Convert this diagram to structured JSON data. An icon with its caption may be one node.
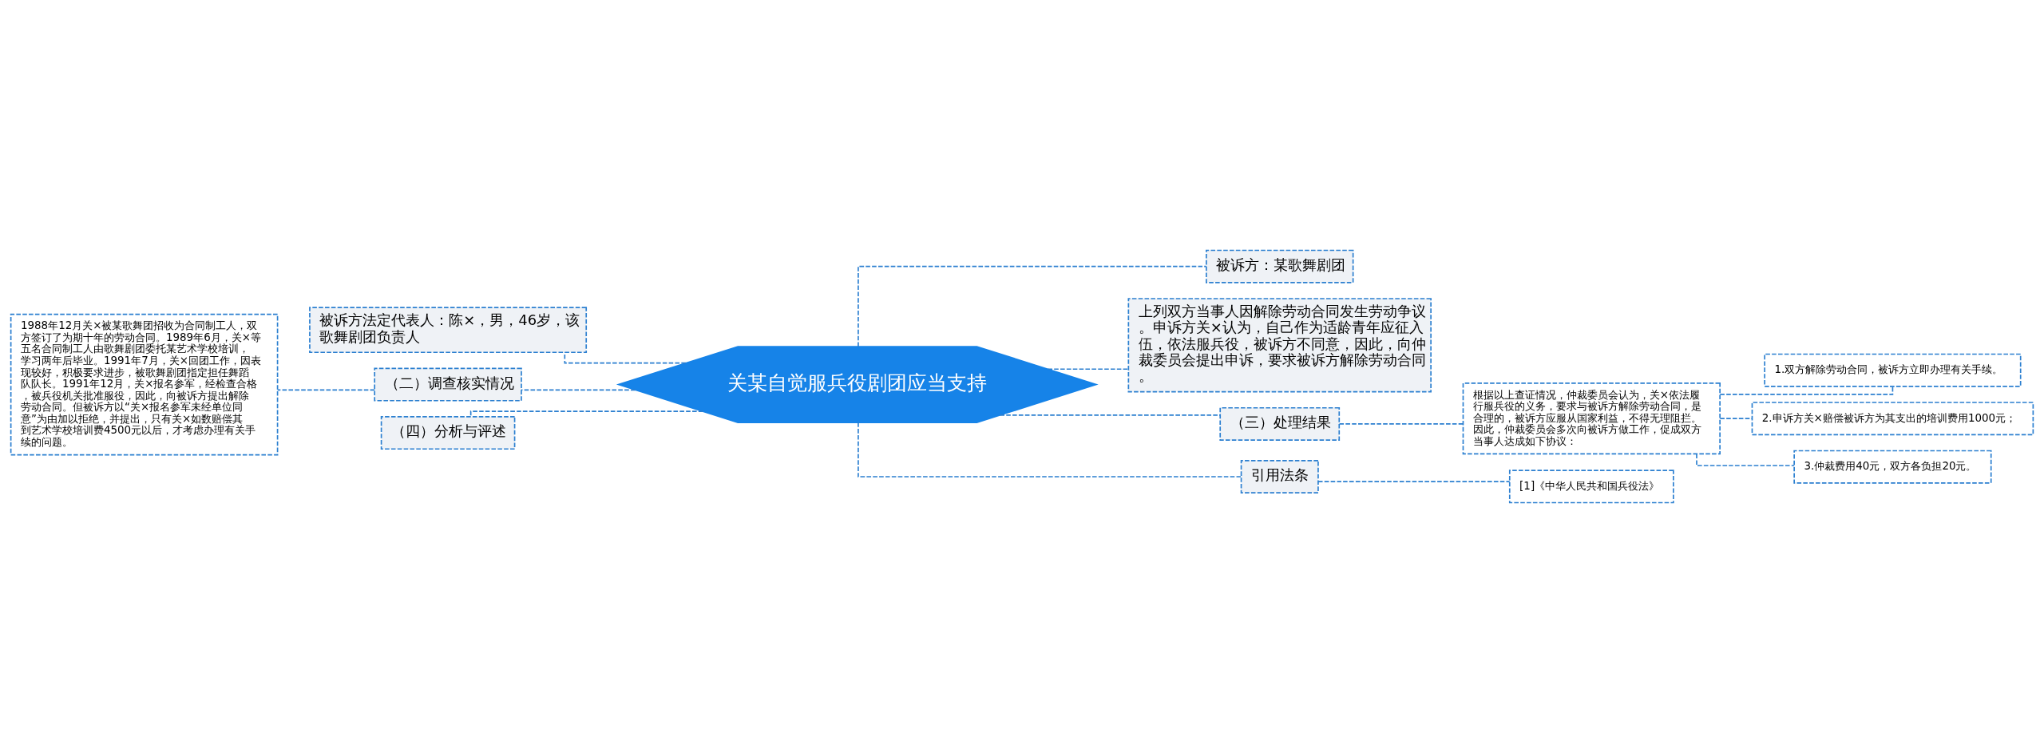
{
  "diagram": {
    "nodes": [
      {
        "text": [
          "关某自觉服兵役剧团应当支持"
        ]
      },
      {
        "text": [
          "被诉方法定代表人：陈×，男，46岁，该歌舞剧团负责人"
        ]
      },
      {
        "text": [
          "（二）调查核实情况"
        ]
      },
      {
        "text": [
          "1988年12月关×被某歌舞团招收为合同制工人，双方签订了为期十年的劳动合同。1989年6月，关×等五名合同制工人由歌舞剧团委托某艺术学校培训，学习两年后毕业。1991年7月，关×回团工作，因表现较好，积极要求进步，被歌舞剧团指定担任舞蹈队队长。1991年12月，关×报名参军，经检查合格，被兵役机关批准服役，因此，向被诉方提出解除劳动合同。但被诉方以“关×报名参军未经单位同意”为由加以拒绝，并提出，只有关×如数赔偿其到艺术学校培训费4500元以后，才考虑办理有关手续的问题。"
        ]
      },
      {
        "text": [
          "（四）分析与评述"
        ]
      },
      {
        "text": [
          "被诉方：某歌舞剧团"
        ]
      },
      {
        "text": [
          "上列双方当事人因解除劳动合同发生劳动争议。申诉方关×认为，自己作为适龄青年应征入伍，依法服兵役，被诉方不同意，因此，向仲裁委员会提出申诉，要求被诉方解除劳动合同。"
        ]
      },
      {
        "text": [
          "（三）处理结果"
        ]
      },
      {
        "text": [
          "根据以上查证情况，仲裁委员会认为，关×依法履行服兵役的义务，要求与被诉方解除劳动合同，是合理的，被诉方应服从国家利益，不得无理阻拦。因此，仲裁委员会多次向被诉方做工作，促成双方当事人达成如下协议："
        ]
      },
      {
        "text": [
          "1.双方解除劳动合同，被诉方立即办理有关手续。"
        ]
      },
      {
        "text": [
          "2.申诉方关×赔偿被诉方为其支出的培训费用1000元；"
        ]
      },
      {
        "text": [
          "3.仲裁费用40元，双方各负担20元。"
        ]
      },
      {
        "text": [
          "引用法条"
        ]
      },
      {
        "text": [
          "[1]《中华人民共和国兵役法》"
        ]
      }
    ],
    "edges": [
      {
        "from": 0,
        "to": 1,
        "arrow": "none"
      },
      {
        "from": 0,
        "to": 2,
        "arrow": "none"
      },
      {
        "from": 2,
        "to": 3,
        "arrow": "none"
      },
      {
        "from": 0,
        "to": 4,
        "arrow": "none"
      },
      {
        "from": 0,
        "to": 5,
        "arrow": "none"
      },
      {
        "from": 0,
        "to": 6,
        "arrow": "none"
      },
      {
        "from": 0,
        "to": 7,
        "arrow": "none"
      },
      {
        "from": 7,
        "to": 8,
        "arrow": "none"
      },
      {
        "from": 8,
        "to": 9,
        "arrow": "none"
      },
      {
        "from": 8,
        "to": 10,
        "arrow": "none"
      },
      {
        "from": 8,
        "to": 11,
        "arrow": "none"
      },
      {
        "from": 0,
        "to": 12,
        "arrow": "none"
      },
      {
        "from": 12,
        "to": 13,
        "arrow": "none"
      }
    ]
  }
}
